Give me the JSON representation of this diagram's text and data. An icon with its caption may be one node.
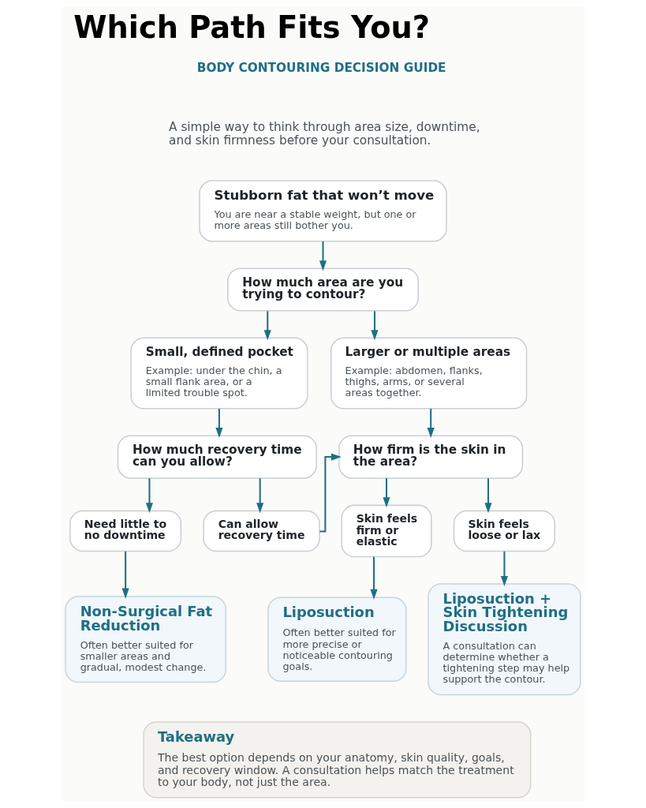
{
  "diagram": {
    "title": "Which Path Fits You?",
    "nodes": [
      {
        "text": [
          "Stubborn fat that won’t move",
          "You are near a stable weight, but one or more areas still bother you."
        ]
      },
      {
        "text": [
          "How much area are you trying to contour?"
        ]
      },
      {
        "text": [
          "Small, defined pocket",
          "Example: under the chin, a small flank area, or a limited trouble spot."
        ]
      },
      {
        "text": [
          "Larger or multiple areas",
          "Example: abdomen, flanks, thighs, arms, or several areas together."
        ]
      },
      {
        "text": [
          "How much recovery time can you allow?"
        ]
      },
      {
        "text": [
          "Need little to no downtime"
        ]
      },
      {
        "text": [
          "Can allow recovery time"
        ]
      },
      {
        "text": [
          "How firm is the skin in the area?"
        ]
      },
      {
        "text": [
          "Skin feels firm or elastic"
        ]
      },
      {
        "text": [
          "Skin feels loose or lax"
        ]
      },
      {
        "text": [
          "Non-Surgical Fat Reduction",
          "Often better suited for smaller areas and gradual, modest change."
        ]
      },
      {
        "text": [
          "Liposuction",
          "Often better suited for more precise or noticeable contouring goals."
        ]
      },
      {
        "text": [
          "Liposuction + Skin Tightening Discussion",
          "A consultation can determine whether a tightening step may help support the contour."
        ]
      },
      {
        "text": [
          "Takeaway",
          "The best option depends on your anatomy, skin quality, goals, and recovery window. A consultation helps match the treatment to your body, not just the area."
        ]
      }
    ],
    "edges": [
      {
        "from": 0,
        "to": 1,
        "arrow": "to"
      },
      {
        "from": 1,
        "to": 2,
        "arrow": "to"
      },
      {
        "from": 1,
        "to": 3,
        "arrow": "to"
      },
      {
        "from": 2,
        "to": 4,
        "arrow": "to"
      },
      {
        "from": 3,
        "to": 7,
        "arrow": "to"
      },
      {
        "from": 4,
        "to": 5,
        "arrow": "to"
      },
      {
        "from": 4,
        "to": 6,
        "arrow": "to"
      },
      {
        "from": 6,
        "to": 7,
        "arrow": "to"
      },
      {
        "from": 7,
        "to": 8,
        "arrow": "to"
      },
      {
        "from": 7,
        "to": 9,
        "arrow": "to"
      },
      {
        "from": 5,
        "to": 10,
        "arrow": "to"
      },
      {
        "from": 8,
        "to": 11,
        "arrow": "to"
      },
      {
        "from": 9,
        "to": 12,
        "arrow": "to"
      }
    ],
    "labels": [
      "BODY CONTOURING DECISION GUIDE",
      "A simple way to think through area size, downtime, and skin firmness before your consultation."
    ]
  }
}
